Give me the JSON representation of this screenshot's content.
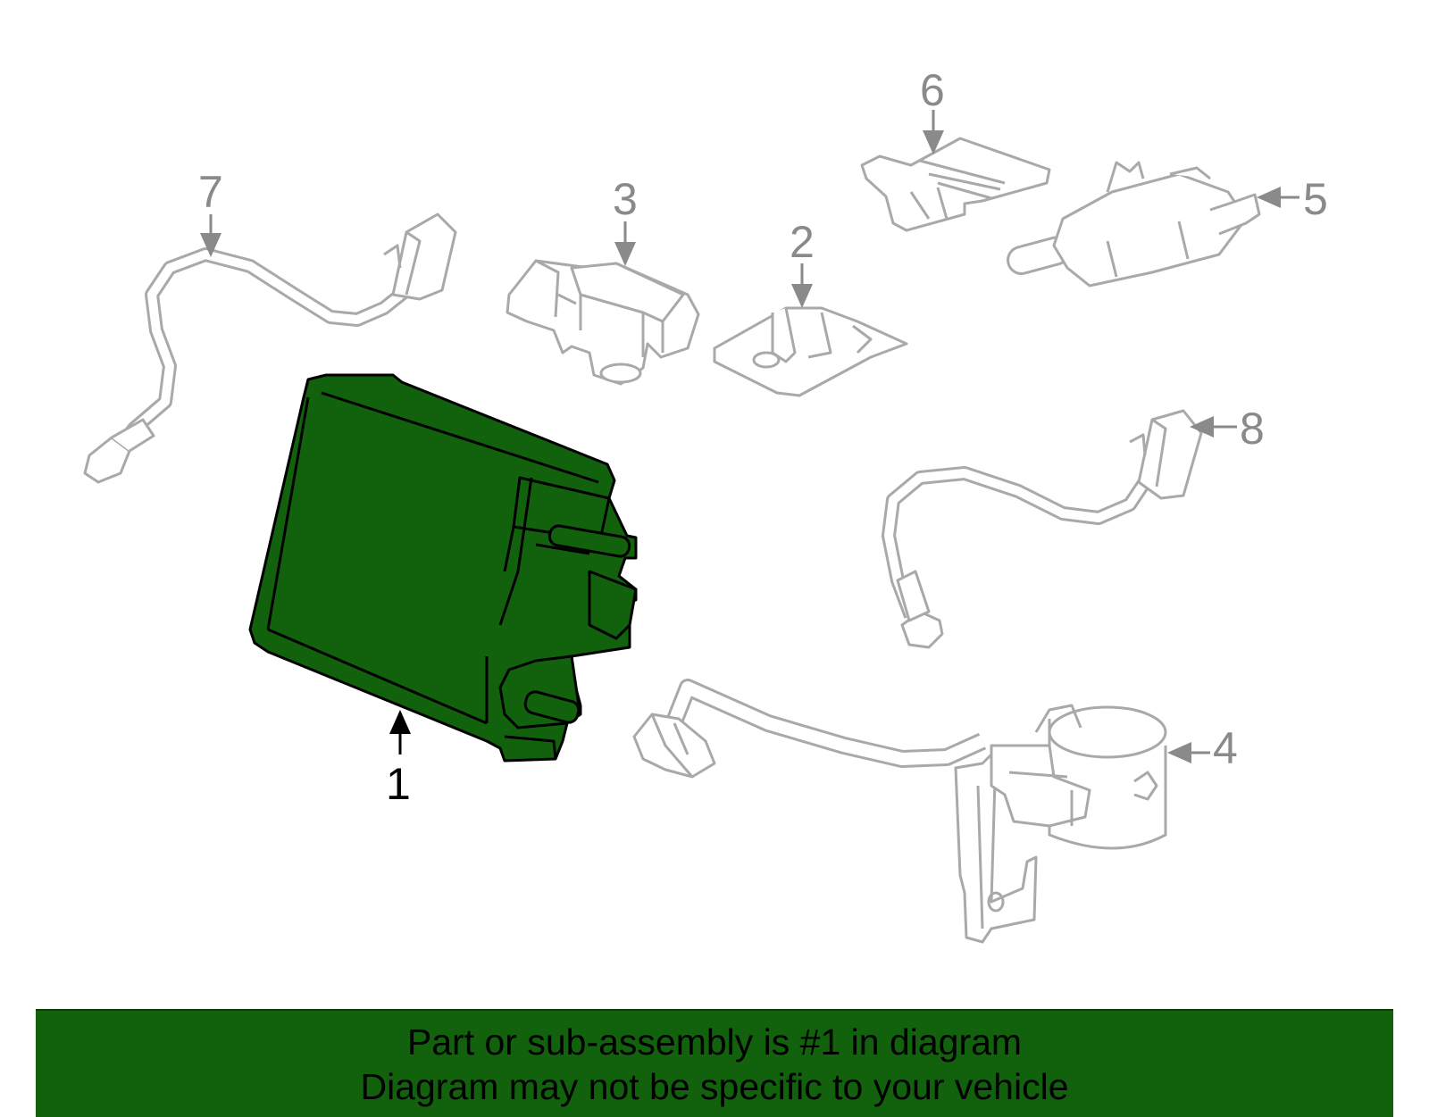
{
  "callouts": {
    "c1": "1",
    "c2": "2",
    "c3": "3",
    "c4": "4",
    "c5": "5",
    "c6": "6",
    "c7": "7",
    "c8": "8"
  },
  "banner": {
    "line1": "Part or sub-assembly is #1 in diagram",
    "line2": "Diagram may not be specific to your vehicle"
  },
  "colors": {
    "highlight_part": "#12610d",
    "banner_bg": "#12610d",
    "other_parts": "#a9a9a9",
    "callout_gray": "#8a8a8a"
  }
}
